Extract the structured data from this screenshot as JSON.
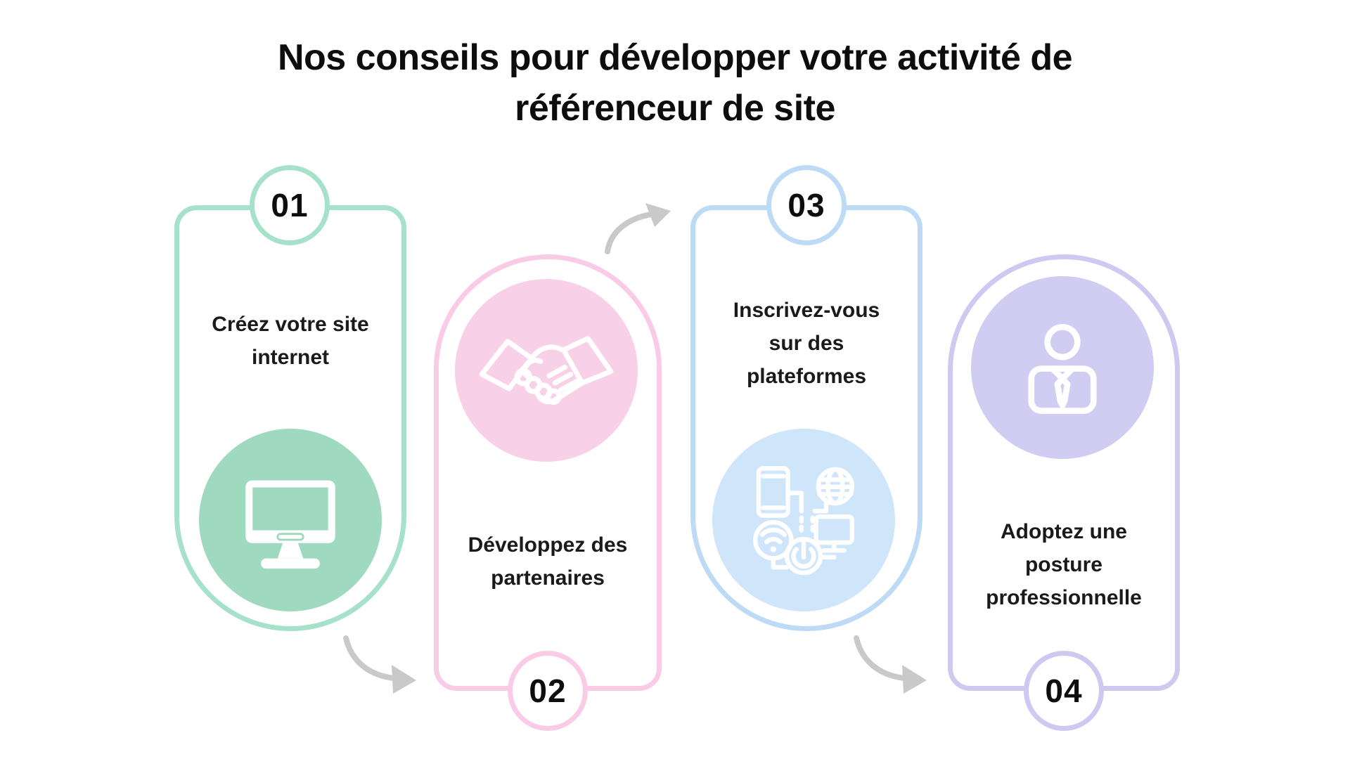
{
  "title": {
    "line1": "Nos conseils pour développer votre activité de",
    "line2": "référenceur de site"
  },
  "steps": [
    {
      "number": "01",
      "label": "Créez votre site internet",
      "label_lines": [
        "Créez votre site",
        "internet"
      ],
      "icon": "desktop-computer-icon",
      "border_color": "#a6e1c9",
      "circle_fill": "#9fd9c0"
    },
    {
      "number": "02",
      "label": "Développez des partenaires",
      "label_lines": [
        "Développez des",
        "partenaires"
      ],
      "icon": "handshake-icon",
      "border_color": "#f9cbe6",
      "circle_fill": "#f8d0e8"
    },
    {
      "number": "03",
      "label": "Inscrivez-vous sur des plateformes",
      "label_lines": [
        "Inscrivez-vous",
        "sur des",
        "plateformes"
      ],
      "icon": "connected-devices-icon",
      "border_color": "#bedbf6",
      "circle_fill": "#cfe6fa"
    },
    {
      "number": "04",
      "label": "Adoptez une posture professionnelle",
      "label_lines": [
        "Adoptez une",
        "posture",
        "professionnelle"
      ],
      "icon": "businessman-icon",
      "border_color": "#cfc9f1",
      "circle_fill": "#d1ccf2"
    }
  ],
  "arrow_color": "#c9c9c9",
  "text_color": "#111111",
  "background_color": "#ffffff",
  "icon_stroke_color": "#ffffff"
}
